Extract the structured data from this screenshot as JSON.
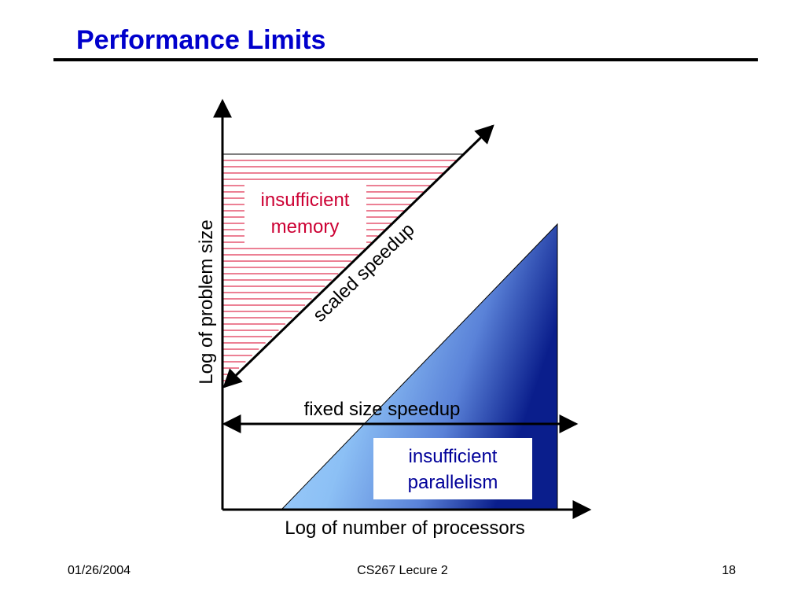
{
  "slide": {
    "title": "Performance Limits"
  },
  "diagram": {
    "y_axis_label": "Log of problem size",
    "x_axis_label": "Log of number of processors",
    "scaled_arrow_label": "scaled speedup",
    "fixed_arrow_label": "fixed size speedup",
    "memory_box": {
      "line1": "insufficient",
      "line2": "memory"
    },
    "parallelism_box": {
      "line1": "insufficient",
      "line2": "parallelism"
    },
    "colors": {
      "memory_text": "#cc0033",
      "memory_hatch": "#d9002a",
      "parallelism_text": "#000099",
      "gradient_light": "#a9d4ff",
      "gradient_dark": "#0a1e8c",
      "axis": "#000000"
    }
  },
  "footer": {
    "date": "01/26/2004",
    "course": "CS267 Lecure 2",
    "page": "18"
  }
}
